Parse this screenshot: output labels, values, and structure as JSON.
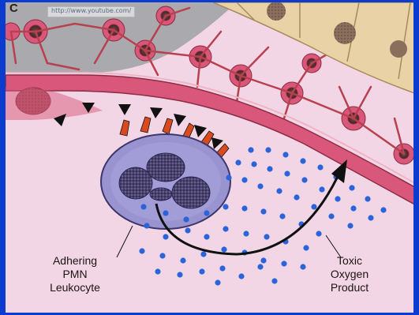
{
  "figure": {
    "panel_letter": "C",
    "url_overlay": "http://www.youtube.com/",
    "labels": {
      "leukocyte": [
        "Adhering",
        "PMN",
        "Leukocyte"
      ],
      "toxic": [
        "Toxic",
        "Oxygen",
        "Product"
      ]
    }
  },
  "colors": {
    "frame": "#0c3bd0",
    "plasma": "#f3d6e6",
    "endothelium": "#d9577a",
    "basement": "#ead6b0",
    "tissue": "#a8a8a8",
    "cell_fill": "#e7dcc8",
    "nucleus": "#5b3a3a",
    "leukocyte": "#8e88c8",
    "dots": "#2b63d8",
    "receptor": "#d94b1f",
    "arrow": "#111111"
  }
}
